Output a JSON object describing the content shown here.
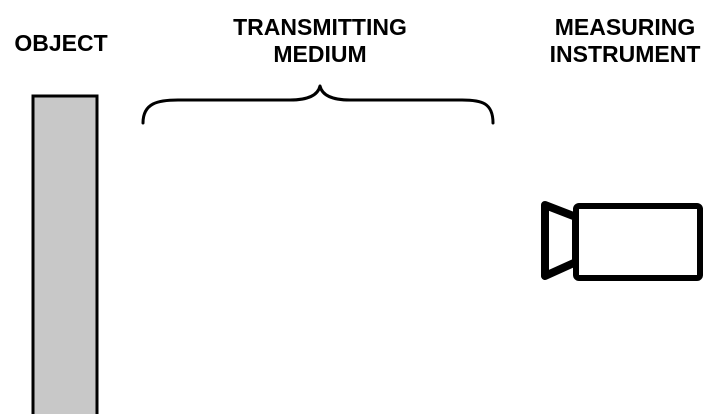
{
  "labels": {
    "object": "OBJECT",
    "medium_line1": "TRANSMITTING",
    "medium_line2": "MEDIUM",
    "instrument_line1": "MEASURING",
    "instrument_line2": "INSTRUMENT"
  },
  "colors": {
    "object_fill": "#c8c8c8",
    "stroke": "#000000",
    "background": "#ffffff"
  },
  "icons": {
    "medium": "curly-brace-icon",
    "instrument": "video-camera-icon"
  }
}
